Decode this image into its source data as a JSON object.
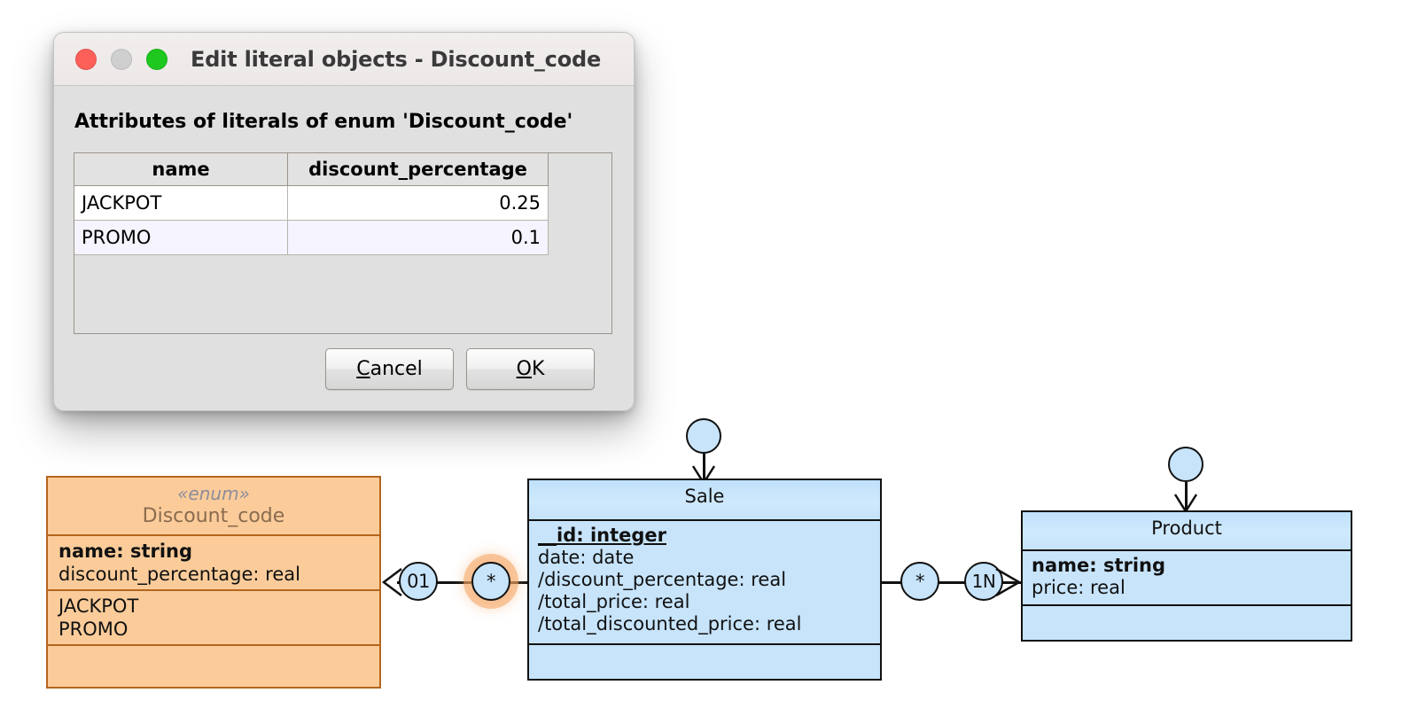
{
  "dialog": {
    "title": "Edit literal objects - Discount_code",
    "heading": "Attributes of literals of enum 'Discount_code'",
    "traffic_lights": {
      "close": "close-button",
      "minimize": "minimize-button",
      "maximize": "maximize-button"
    },
    "table": {
      "columns": [
        "name",
        "discount_percentage"
      ],
      "rows": [
        {
          "name": "JACKPOT",
          "discount_percentage": "0.25"
        },
        {
          "name": "PROMO",
          "discount_percentage": "0.1"
        }
      ]
    },
    "buttons": {
      "cancel": {
        "prefix": "",
        "mnemonic": "C",
        "suffix": "ancel"
      },
      "ok": {
        "prefix": "",
        "mnemonic": "O",
        "suffix": "K"
      }
    }
  },
  "diagram": {
    "enum_class": {
      "stereotype": "«enum»",
      "name": "Discount_code",
      "attributes": [
        {
          "text": "name: string",
          "bold": true
        },
        {
          "text": "discount_percentage: real",
          "bold": false
        }
      ],
      "literals": [
        "JACKPOT",
        "PROMO"
      ],
      "fill": "#fbcc9a",
      "border": "#b5651d"
    },
    "sale_class": {
      "name": "Sale",
      "attributes": [
        {
          "text": "__id: integer",
          "bold": true,
          "underline": true
        },
        {
          "text": "date: date",
          "bold": false
        },
        {
          "text": "/discount_percentage: real",
          "bold": false
        },
        {
          "text": "/total_price: real",
          "bold": false
        },
        {
          "text": "/total_discounted_price: real",
          "bold": false
        }
      ],
      "fill": "#c7e4fb",
      "border": "#111111"
    },
    "product_class": {
      "name": "Product",
      "attributes": [
        {
          "text": "name: string",
          "bold": true
        },
        {
          "text": "price: real",
          "bold": false
        }
      ],
      "fill": "#c7e4fb",
      "border": "#111111"
    },
    "associations": [
      {
        "id": "sale-discount",
        "left_multiplicity": "01",
        "right_multiplicity": "*",
        "highlighted": true
      },
      {
        "id": "sale-product",
        "left_multiplicity": "*",
        "right_multiplicity": "1N",
        "highlighted": false
      }
    ],
    "instance_balls": [
      "sale-instance-ball",
      "product-instance-ball"
    ],
    "accent_highlight": "#f4a460"
  }
}
